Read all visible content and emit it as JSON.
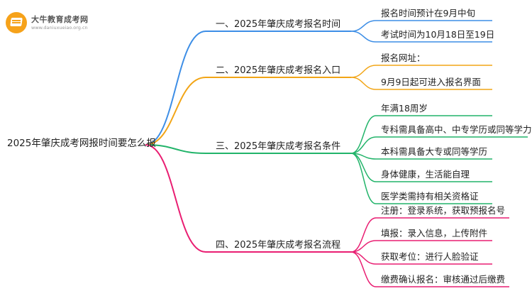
{
  "logo": {
    "name": "大牛教育成考网",
    "url": "www.daniuxueiao.org.cn"
  },
  "root": {
    "label": "2025年肇庆成考网报时间要怎么报"
  },
  "branches": [
    {
      "label": "一、2025年肇庆成考报名时间",
      "color": "#3d8ee6",
      "children": [
        "报名时间预计在9月中旬",
        "考试时间为10月18日至19日"
      ]
    },
    {
      "label": "二、2025年肇庆成考报名入口",
      "color": "#f2a516",
      "children": [
        "报名网址：",
        "9月9日起可进入报名界面"
      ]
    },
    {
      "label": "三、2025年肇庆成考报名条件",
      "color": "#22b46a",
      "children": [
        "年满18周岁",
        "专科需具备高中、中专学历或同等学力",
        "本科需具备大专或同等学历",
        "身体健康，生活能自理",
        "医学类需持有相关资格证"
      ]
    },
    {
      "label": "四、2025年肇庆成考报名流程",
      "color": "#e91e72",
      "children": [
        "注册：登录系统，获取预报名号",
        "填报：录入信息，上传附件",
        "获取考位：进行人脸验证",
        "缴费确认报名：审核通过后缴费"
      ]
    }
  ]
}
